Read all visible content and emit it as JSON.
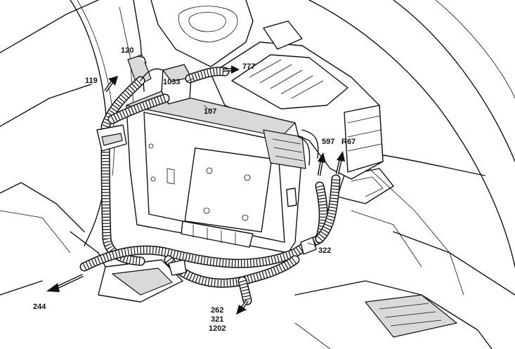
{
  "labels": {
    "l120": "120",
    "l119": "119",
    "l1033": "1033",
    "l777": "777",
    "l107": "107",
    "l597": "597",
    "lR67": "R67",
    "l322": "322",
    "l244": "244",
    "l262": "262",
    "l321": "321",
    "l1202": "1202"
  }
}
